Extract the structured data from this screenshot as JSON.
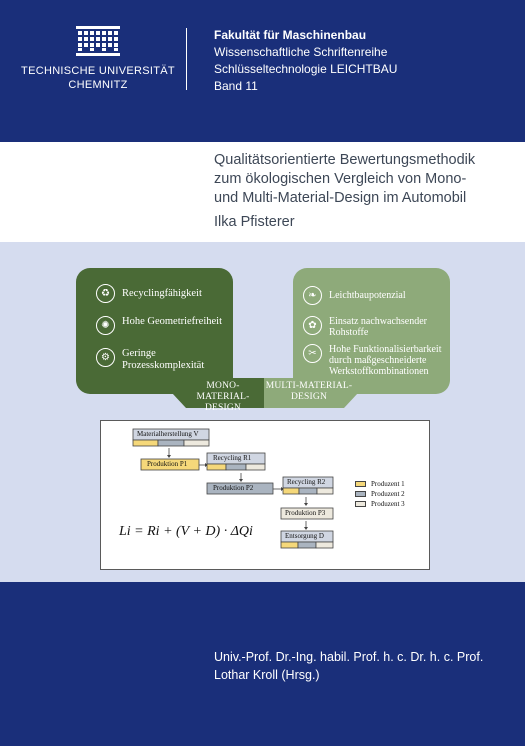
{
  "header": {
    "university": [
      "TECHNISCHE UNIVERSITÄT",
      "CHEMNITZ"
    ],
    "faculty": "Fakultät für Maschinenbau",
    "series_lines": [
      "Wissenschaftliche Schriftenreihe",
      "Schlüsseltechnologie LEICHTBAU",
      "Band 11"
    ]
  },
  "book": {
    "title_lines": [
      "Qualitätsorientierte Bewertungsmethodik",
      "zum ökologischen Vergleich von Mono-",
      "und Multi-Material-Design im Automobil"
    ],
    "author": "Ilka Pfisterer"
  },
  "figure": {
    "mono": {
      "items": [
        {
          "icon": "recycle-icon",
          "glyph": "♻",
          "text": "Recyclingfähigkeit"
        },
        {
          "icon": "geometry-icon",
          "glyph": "✺",
          "text": "Hohe Geometriefreiheit"
        },
        {
          "icon": "process-icon",
          "glyph": "⚙",
          "text": "Geringe Prozesskomplexität"
        }
      ],
      "arrow_label": "MONO-MATERIAL-DESIGN"
    },
    "multi": {
      "items": [
        {
          "icon": "feather-icon",
          "glyph": "❧",
          "text": "Leichtbaupotenzial"
        },
        {
          "icon": "sprout-icon",
          "glyph": "✿",
          "text": "Einsatz nachwachsender Rohstoffe"
        },
        {
          "icon": "tools-icon",
          "glyph": "✂",
          "text": "Hohe Funktionalisierbarkeit durch maßgeschneiderte Werkstoffkombinationen"
        }
      ],
      "arrow_label": "MULTI-MATERIAL-DESIGN"
    },
    "flow": {
      "materialherstellung": "Materialherstellung V",
      "produktion1": "Produktion P1",
      "recycling1": "Recycling R1",
      "produktion2": "Produktion P2",
      "recycling2": "Recycling R2",
      "produktion3": "Produktion P3",
      "entsorgung": "Entsorgung D"
    },
    "legend": [
      "Produzent 1",
      "Produzent 2",
      "Produzent 3"
    ],
    "formula": "Li = Ri + (V + D) · ΔQi",
    "colors": {
      "produzent1": "#f5d87a",
      "produzent2": "#aab4c0",
      "produzent3": "#ede9de"
    }
  },
  "footer": {
    "editor_lines": [
      "Univ.-Prof. Dr.-Ing. habil. Prof. h. c. Dr. h. c. Prof.",
      "Lothar Kroll (Hrsg.)"
    ]
  }
}
